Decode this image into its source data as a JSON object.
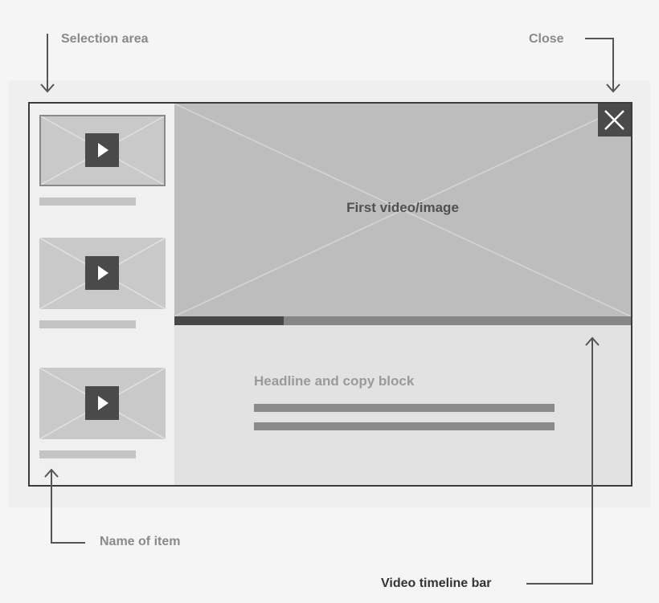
{
  "annotations": {
    "selection_area": "Selection area",
    "close": "Close",
    "name_of_item": "Name of item",
    "video_timeline_bar": "Video timeline bar"
  },
  "sidebar": {
    "items": [
      {
        "icon": "play-icon",
        "selected": true
      },
      {
        "icon": "play-icon",
        "selected": false
      },
      {
        "icon": "play-icon",
        "selected": false
      }
    ]
  },
  "main": {
    "video_label": "First video/image",
    "close_icon": "close-icon",
    "timeline_progress": 0.24,
    "headline": "Headline and copy block"
  },
  "colors": {
    "frame_border": "#3c3c3c",
    "main_video": "#bdbdbd",
    "timeline_track": "#868686",
    "timeline_progress": "#474747",
    "close_button": "#4a4a4a",
    "content_panel": "#e2e2e2"
  }
}
